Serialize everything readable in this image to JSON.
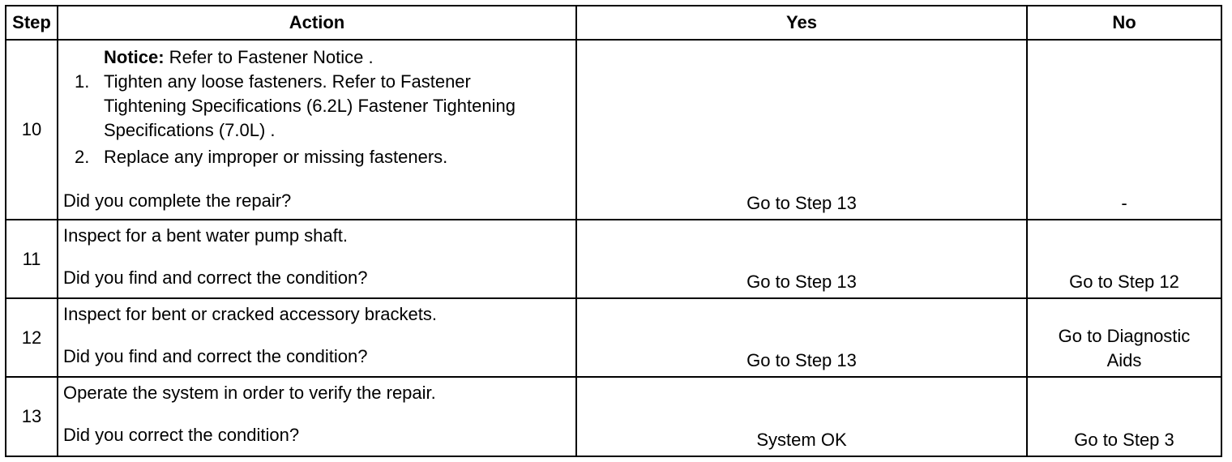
{
  "headers": {
    "step": "Step",
    "action": "Action",
    "yes": "Yes",
    "no": "No"
  },
  "rows": [
    {
      "step": "10",
      "notice_label": "Notice:",
      "notice_text": " Refer to Fastener Notice .",
      "items": [
        {
          "num": "1.",
          "text": "Tighten any loose fasteners. Refer to Fastener Tightening Specifications (6.2L) Fastener Tightening Specifications (7.0L) ."
        },
        {
          "num": "2.",
          "text": "Replace any improper or missing fasteners."
        }
      ],
      "question": "Did you complete the repair?",
      "yes": "Go to Step 13",
      "no": "-"
    },
    {
      "step": "11",
      "text": "Inspect for a bent water pump shaft.",
      "question": "Did you find and correct the condition?",
      "yes": "Go to Step 13",
      "no": "Go to Step 12"
    },
    {
      "step": "12",
      "text": "Inspect for bent or cracked accessory brackets.",
      "question": "Did you find and correct the condition?",
      "yes": "Go to Step 13",
      "no": "Go to Diagnostic Aids"
    },
    {
      "step": "13",
      "text": "Operate the system in order to verify the repair.",
      "question": "Did you correct the condition?",
      "yes": "System OK",
      "no": "Go to Step 3"
    }
  ]
}
